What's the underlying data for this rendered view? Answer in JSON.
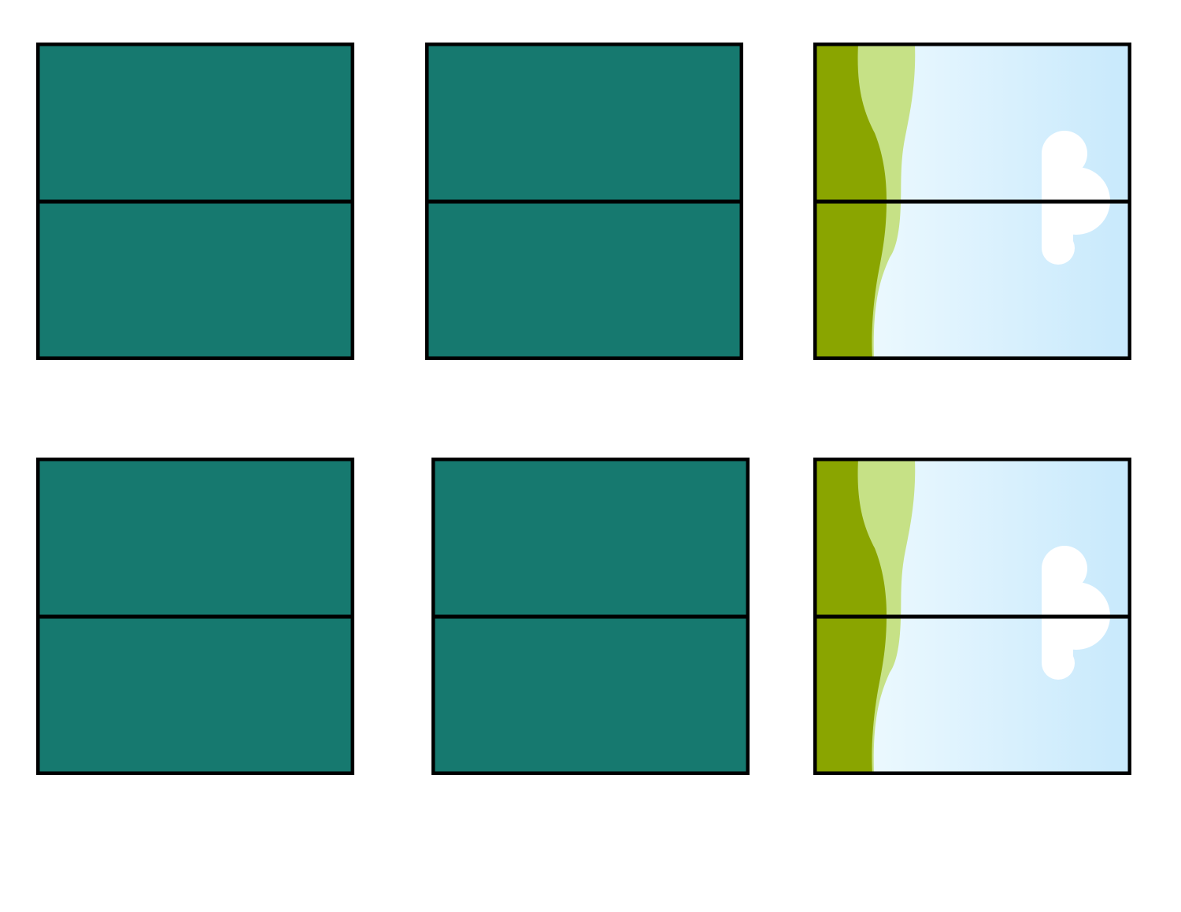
{
  "colors": {
    "teal_fill": "#16796f",
    "border": "#000000",
    "dark_green": "#8aa500",
    "light_green": "#c6e186",
    "sky_left": "#f3fcff",
    "sky_right": "#c8e9fc",
    "cloud": "#ffffff"
  },
  "panels": [
    {
      "type": "solid"
    },
    {
      "type": "solid"
    },
    {
      "type": "landscape"
    },
    {
      "type": "solid"
    },
    {
      "type": "solid"
    },
    {
      "type": "landscape"
    }
  ]
}
